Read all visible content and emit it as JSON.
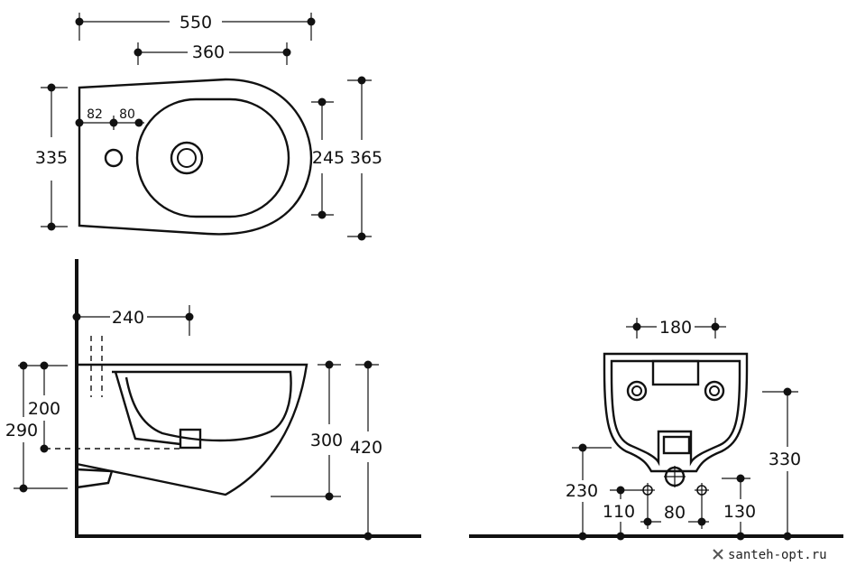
{
  "top_view": {
    "overall_length": "550",
    "bowl_length": "360",
    "tap_offset_1": "82",
    "tap_offset_2": "80",
    "overall_width": "335",
    "bowl_width": "245",
    "outer_width": "365"
  },
  "side_view": {
    "depth_to_outlet": "240",
    "inlet_height": "200",
    "outlet_height": "290",
    "bowl_height": "300",
    "total_height": "420"
  },
  "rear_view": {
    "bracket_spacing": "180",
    "bolt_height": "330",
    "outlet_height": "230",
    "pipe_spacing_1": "110",
    "pipe_spacing_2": "80",
    "pipe_spacing_3": "130"
  },
  "watermark": {
    "text": "santeh-opt.ru",
    "icon": "cross-icon"
  }
}
